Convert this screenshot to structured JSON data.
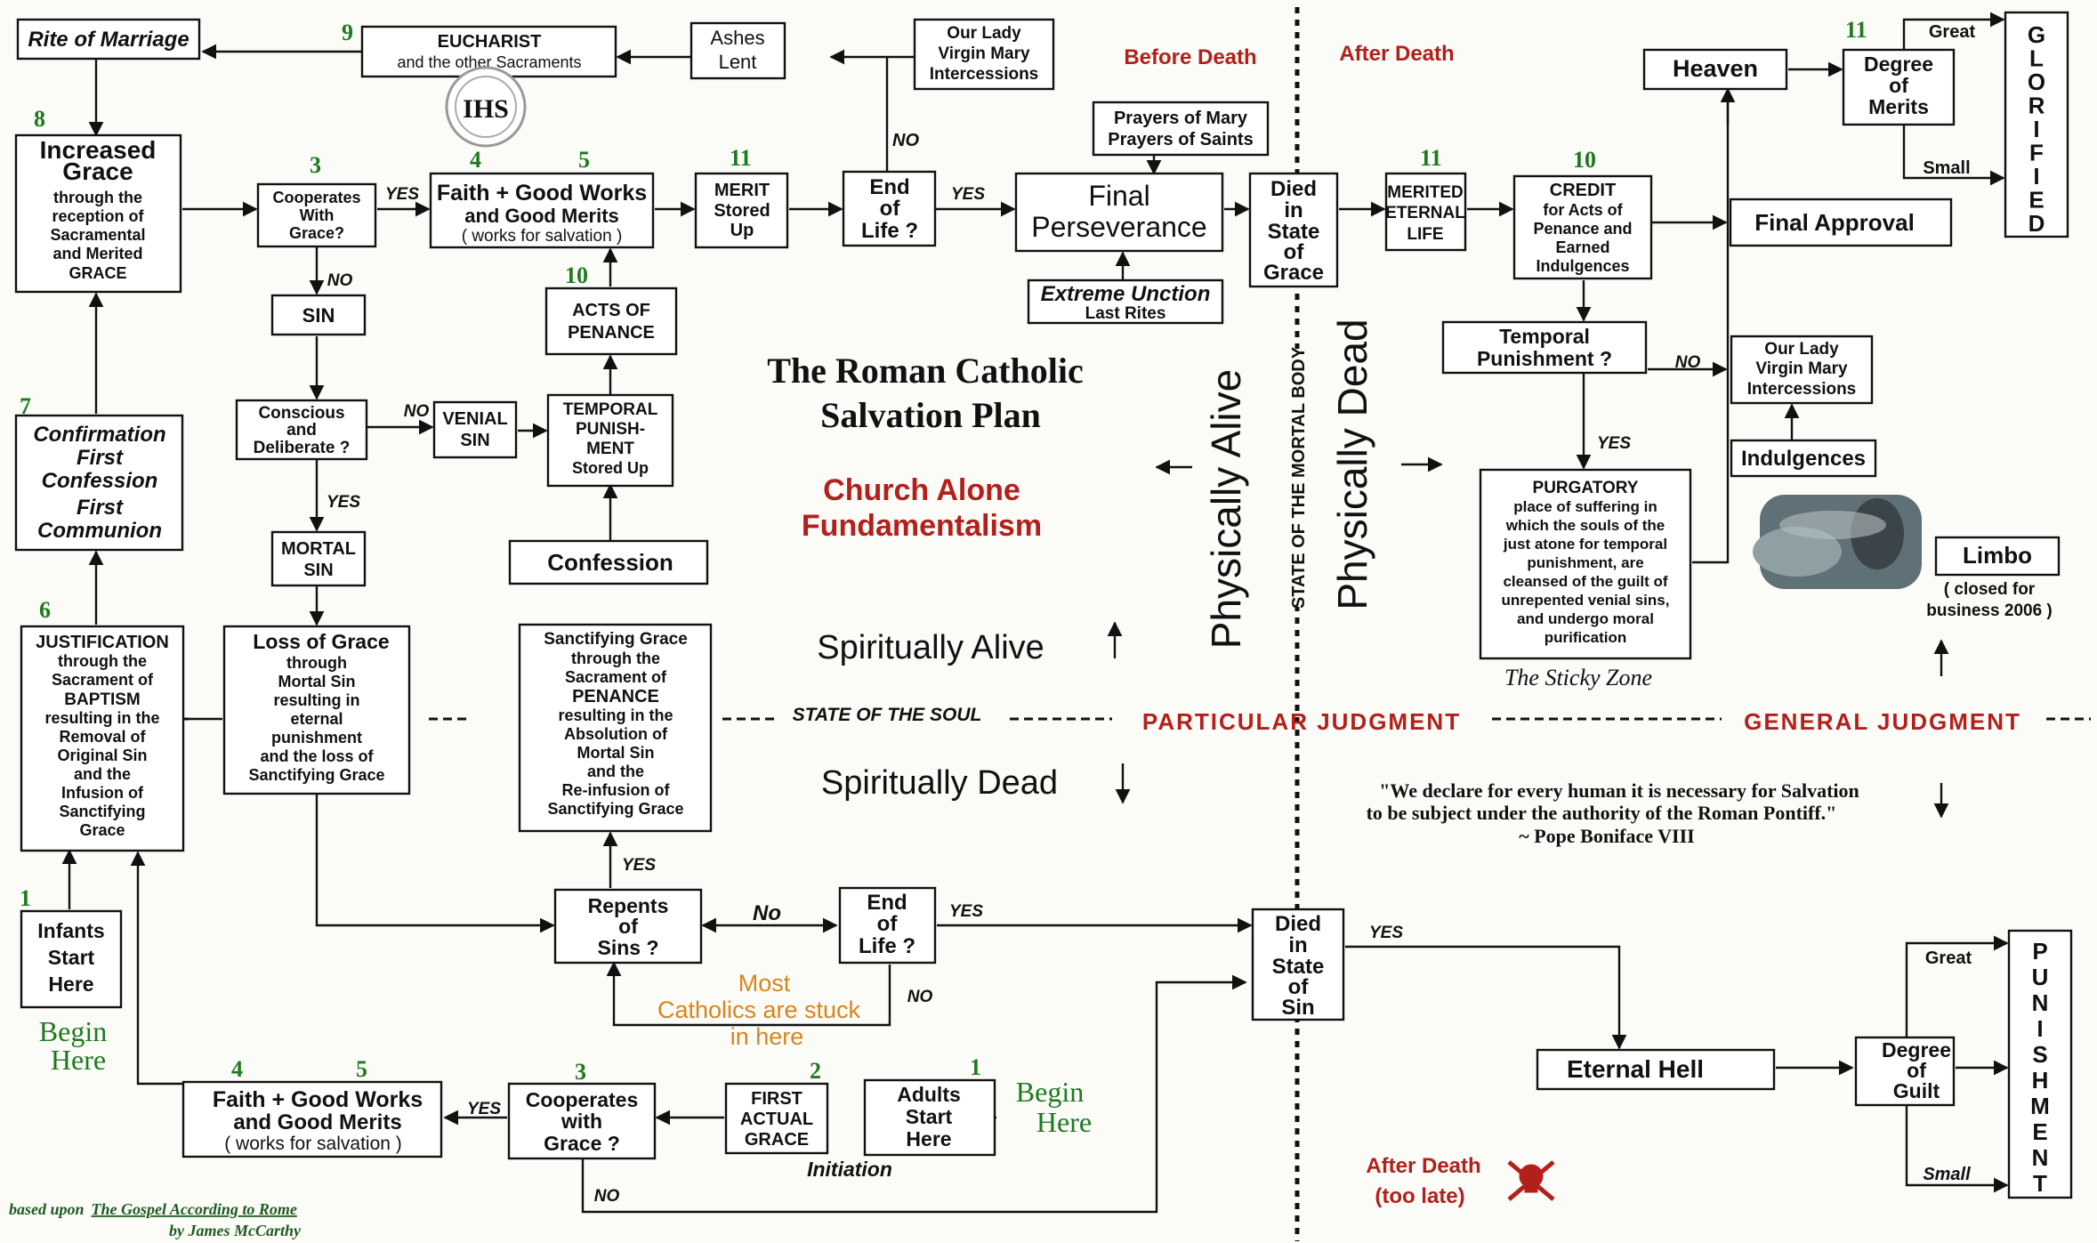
{
  "title": {
    "line1": "The Roman Catholic",
    "line2": "Salvation Plan"
  },
  "subtitle": {
    "line1": "Church Alone",
    "line2": "Fundamentalism"
  },
  "regions": {
    "before_death": "Before Death",
    "after_death": "After Death",
    "physically_alive": "Physically Alive",
    "physically_dead": "Physically Dead",
    "state_of_mortal_body": "STATE OF THE MORTAL BODY",
    "spiritually_alive": "Spiritually Alive",
    "spiritually_dead": "Spiritually Dead",
    "state_of_soul": "STATE OF THE SOUL",
    "particular_judgment": "PARTICULAR JUDGMENT",
    "general_judgment": "GENERAL JUDGMENT",
    "after_death_too_late_1": "After Death",
    "after_death_too_late_2": "(too late)",
    "sticky_zone": "The Sticky Zone",
    "initiation": "Initiation"
  },
  "quote": {
    "line1": "\"We declare for every human it is necessary for Salvation",
    "line2": "to be subject under the authority of the Roman Pontiff.\"",
    "line3": "~ Pope Boniface VIII"
  },
  "credit": {
    "line1": "based upon",
    "book": "The Gospel According to Rome",
    "line2": "by James McCarthy"
  },
  "logo_text": "IHS",
  "colors": {
    "red": "#b3201b",
    "green": "#1f7a1f",
    "orange": "#d9841c",
    "line": "#111111",
    "box_fill": "#ffffff"
  },
  "numbers": {
    "rite": "9",
    "increased": "8",
    "cooperates_top": "3",
    "faith_top": "4",
    "faith_top_b": "5",
    "merit": "11",
    "acts_penance": "10",
    "confirmation": "7",
    "justification": "6",
    "infants": "1",
    "faith_bottom": "4",
    "faith_bottom_b": "5",
    "cooperates_bottom": "3",
    "first_actual": "2",
    "adults": "1",
    "merited": "11",
    "credit": "10",
    "heaven": "11"
  },
  "begin_here": {
    "left": [
      "Begin",
      "Here"
    ],
    "right": [
      "Begin",
      "Here"
    ]
  },
  "labels": {
    "yes": "YES",
    "no": "NO",
    "no_mixed": "No",
    "great": "Great",
    "small": "Small"
  },
  "stuck_note": [
    "Most",
    "Catholics are stuck",
    "in here"
  ],
  "boxes": {
    "rite_of_marriage": "Rite of Marriage",
    "eucharist": [
      "EUCHARIST",
      "and the other Sacraments"
    ],
    "ashes_lent": [
      "Ashes",
      "Lent"
    ],
    "our_lady_top": [
      "Our Lady",
      "Virgin Mary",
      "Intercessions"
    ],
    "increased_grace": [
      "Increased",
      "Grace",
      "through the",
      "reception of",
      "Sacramental",
      "and Merited",
      "GRACE"
    ],
    "cooperates_top": [
      "Cooperates",
      "With",
      "Grace?"
    ],
    "faith_top": [
      "Faith + Good Works",
      "and Good Merits",
      "( works for salvation )"
    ],
    "merit_stored": [
      "MERIT",
      "Stored",
      "Up"
    ],
    "end_of_life_top": [
      "End",
      "of",
      "Life ?"
    ],
    "prayers": [
      "Prayers of Mary",
      "Prayers of Saints"
    ],
    "final_perseverance": [
      "Final",
      "Perseverance"
    ],
    "extreme_unction": [
      "Extreme Unction",
      "Last Rites"
    ],
    "died_grace": [
      "Died",
      "in",
      "State",
      "of",
      "Grace"
    ],
    "merited_eternal_life": [
      "MERITED",
      "ETERNAL",
      "LIFE"
    ],
    "credit_box": [
      "CREDIT",
      "for Acts of",
      "Penance and",
      "Earned",
      "Indulgences"
    ],
    "heaven": "Heaven",
    "degree_merits": [
      "Degree",
      "of",
      "Merits"
    ],
    "glorified": [
      "G",
      "L",
      "O",
      "R",
      "I",
      "F",
      "I",
      "E",
      "D"
    ],
    "final_approval": "Final Approval",
    "temporal_q": [
      "Temporal",
      "Punishment ?"
    ],
    "our_lady_right": [
      "Our Lady",
      "Virgin Mary",
      "Intercessions"
    ],
    "indulgences": "Indulgences",
    "purgatory": [
      "PURGATORY",
      "place of suffering in",
      "which the souls of the",
      "just atone for temporal",
      "punishment,  are",
      "cleansed of the guilt of",
      "unrepented venial sins,",
      "and undergo moral",
      "purification"
    ],
    "limbo": "Limbo",
    "limbo_note": [
      "( closed for",
      "business 2006 )"
    ],
    "sin": "SIN",
    "conscious": [
      "Conscious",
      "and",
      "Deliberate ?"
    ],
    "venial_sin": [
      "VENIAL",
      "SIN"
    ],
    "temporal_stored": [
      "TEMPORAL",
      "PUNISH-",
      "MENT",
      "Stored Up"
    ],
    "acts_of_penance": [
      "ACTS OF",
      "PENANCE"
    ],
    "mortal_sin": [
      "MORTAL",
      "SIN"
    ],
    "confession": "Confession",
    "confirmation": [
      "Confirmation",
      "First",
      "Confession",
      "First",
      "Communion"
    ],
    "justification": [
      "JUSTIFICATION",
      "through the",
      "Sacrament of",
      "BAPTISM",
      "resulting in the",
      "Removal of",
      "Original Sin",
      "and the",
      "Infusion of",
      "Sanctifying",
      "Grace"
    ],
    "loss_of_grace": [
      "Loss of Grace",
      "through",
      "Mortal Sin",
      "resulting in",
      "eternal",
      "punishment",
      "and the loss of",
      "Sanctifying Grace"
    ],
    "sanctifying": [
      "Sanctifying Grace",
      "through the",
      "Sacrament of",
      "PENANCE",
      "resulting in the",
      "Absolution of",
      "Mortal Sin",
      "and the",
      "Re-infusion of",
      "Sanctifying Grace"
    ],
    "repents": [
      "Repents",
      "of",
      "Sins ?"
    ],
    "end_of_life_bottom": [
      "End",
      "of",
      "Life ?"
    ],
    "died_sin": [
      "Died",
      "in",
      "State",
      "of",
      "Sin"
    ],
    "infants": [
      "Infants",
      "Start",
      "Here"
    ],
    "faith_bottom": [
      "Faith + Good Works",
      "and Good Merits",
      "( works for salvation )"
    ],
    "cooperates_bottom": [
      "Cooperates",
      "with",
      "Grace ?"
    ],
    "first_actual_grace": [
      "FIRST",
      "ACTUAL",
      "GRACE"
    ],
    "adults": [
      "Adults",
      "Start",
      "Here"
    ],
    "eternal_hell": "Eternal Hell",
    "degree_guilt": [
      "Degree",
      "of",
      "Guilt"
    ],
    "punishment": [
      "P",
      "U",
      "N",
      "I",
      "S",
      "H",
      "M",
      "E",
      "N",
      "T"
    ]
  }
}
